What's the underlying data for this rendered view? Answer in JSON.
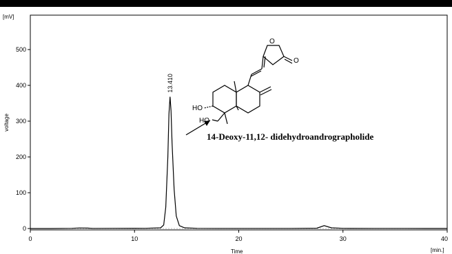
{
  "chart_data": {
    "type": "line",
    "xlabel": "Time",
    "ylabel": "voltage",
    "x_unit": "[min.]",
    "y_unit": "[mV]",
    "xlim": [
      0,
      40
    ],
    "ylim": [
      -5,
      600
    ],
    "xticks": [
      0,
      10,
      20,
      30,
      40
    ],
    "yticks": [
      0,
      100,
      200,
      300,
      400,
      500
    ],
    "grid": false,
    "peak_label": "13.410",
    "series": [
      {
        "x": [
          0,
          2,
          4,
          4.7,
          5.5,
          6,
          8,
          10,
          11,
          12.5,
          12.8,
          13.0,
          13.2,
          13.3,
          13.41,
          13.5,
          13.6,
          13.8,
          14.0,
          14.3,
          14.8,
          16,
          18,
          20,
          22,
          25,
          27.5,
          28.2,
          28.9,
          30,
          33,
          36,
          38,
          40
        ],
        "y": [
          0,
          0,
          0.5,
          1.5,
          1.2,
          0.4,
          0.5,
          0.8,
          0.5,
          2,
          10,
          60,
          200,
          320,
          368,
          330,
          240,
          110,
          35,
          8,
          2,
          0.5,
          0.4,
          0.3,
          0.3,
          0.4,
          1,
          8,
          2,
          0.5,
          0.4,
          0.3,
          0.2,
          0.2
        ]
      }
    ],
    "annotation": {
      "compound": "14-Deoxy-11,12- didehydroandrographolide",
      "atoms": [
        "O",
        "O",
        "HO",
        "HO"
      ]
    }
  }
}
